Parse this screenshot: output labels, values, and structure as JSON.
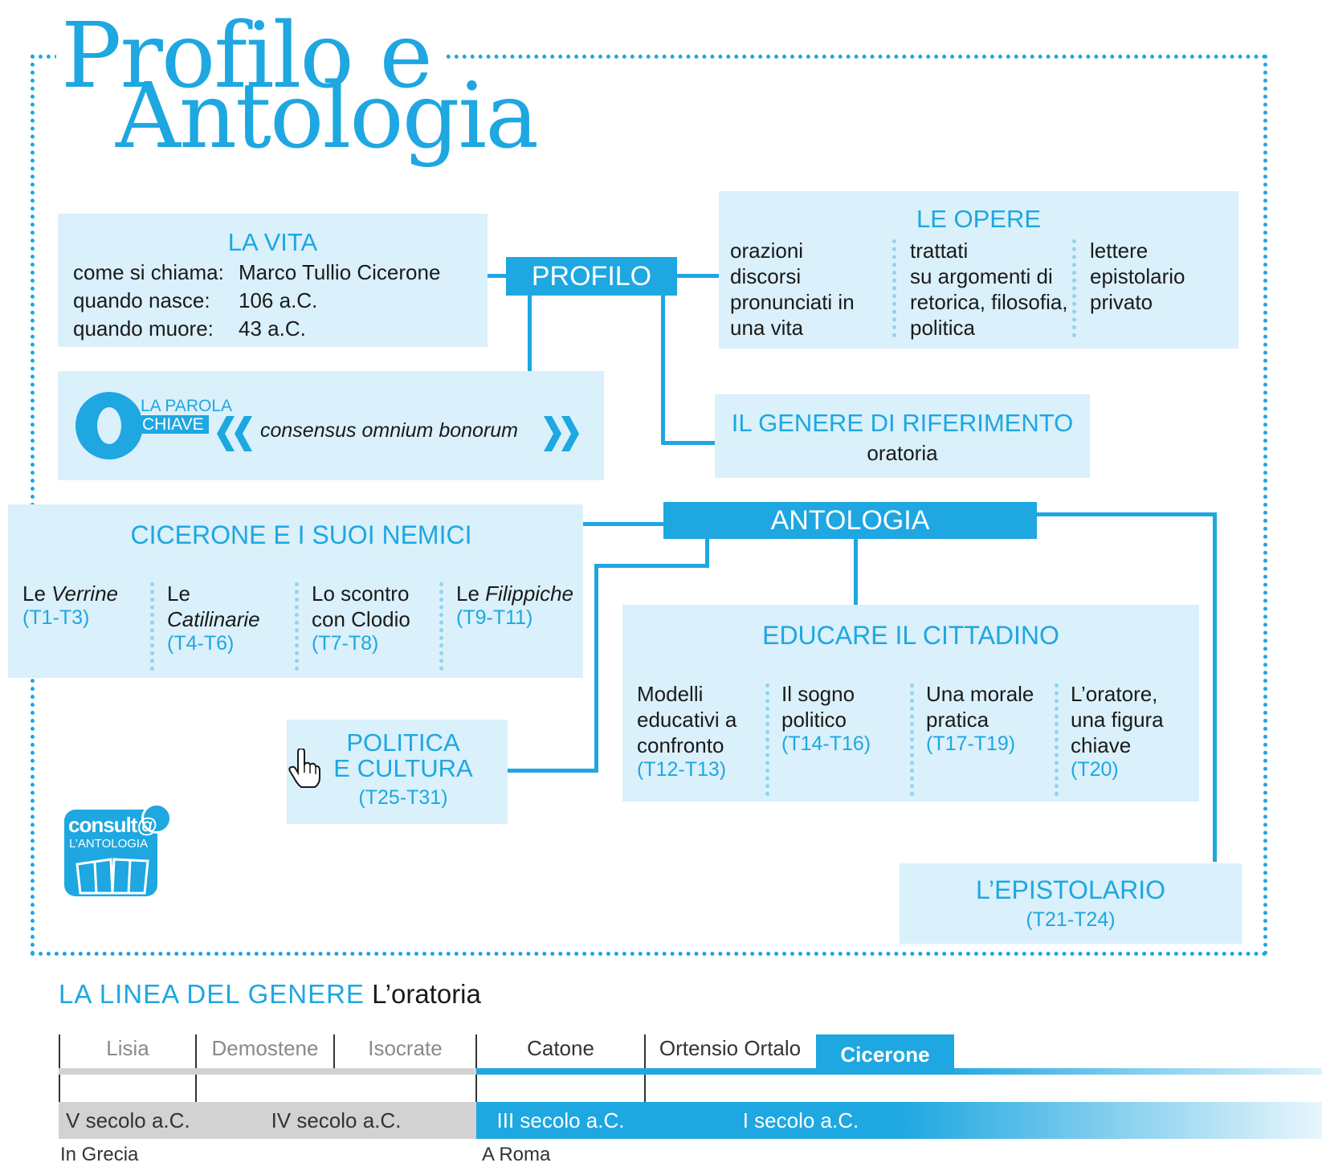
{
  "title": {
    "line1": "Profilo e",
    "line2": "Antologia"
  },
  "profilo_label": "PROFILO",
  "antologia_label": "ANTOLOGIA",
  "la_vita": {
    "heading": "LA VITA",
    "rows": [
      {
        "label": "come si chiama:",
        "value": "Marco Tullio Cicerone"
      },
      {
        "label": "quando nasce:",
        "value": "106 a.C."
      },
      {
        "label": "quando muore:",
        "value": "43 a.C."
      }
    ]
  },
  "le_opere": {
    "heading": "LE OPERE",
    "columns": [
      {
        "title": "orazioni",
        "desc": "discorsi pronunciati in una vita"
      },
      {
        "title": "trattati",
        "desc": "su argomenti di retorica, filosofia, politica"
      },
      {
        "title": "lettere",
        "desc": "epistolario privato"
      }
    ]
  },
  "parola_chiave": {
    "label_line1": "LA PAROLA",
    "label_line2": "CHIAVE",
    "text": "consensus omnium bonorum"
  },
  "genere": {
    "heading": "IL GENERE DI RIFERIMENTO",
    "value": "oratoria"
  },
  "nemici": {
    "heading": "CICERONE E I SUOI NEMICI",
    "items": [
      {
        "pre": "Le ",
        "em": "Verrine",
        "ref": "(T1-T3)"
      },
      {
        "pre": "Le ",
        "em": "Catilinarie",
        "ref": "(T4-T6)"
      },
      {
        "pre": "Lo scontro con Clodio",
        "em": "",
        "ref": "(T7-T8)"
      },
      {
        "pre": "Le ",
        "em": "Filippiche",
        "ref": "(T9-T11)"
      }
    ]
  },
  "educare": {
    "heading": "EDUCARE IL CITTADINO",
    "items": [
      {
        "text": "Modelli educativi a confronto",
        "ref": "(T12-T13)"
      },
      {
        "text": "Il sogno politico",
        "ref": "(T14-T16)"
      },
      {
        "text": "Una morale pratica",
        "ref": "(T17-T19)"
      },
      {
        "text": "L’oratore, una figura chiave",
        "ref": "(T20)"
      }
    ]
  },
  "politica": {
    "line1": "POLITICA",
    "line2": "E CULTURA",
    "ref": "(T25-T31)"
  },
  "epistolario": {
    "heading": "L’EPISTOLARIO",
    "ref": "(T21-T24)"
  },
  "consulta": {
    "line1": "consult@",
    "line2": "L’ANTOLOGIA"
  },
  "timeline": {
    "heading": "LA LINEA DEL GENERE",
    "subheading": "L’oratoria",
    "authors": [
      "Lisia",
      "Demostene",
      "Isocrate",
      "Catone",
      "Ortensio Ortalo",
      "Cicerone"
    ],
    "periods": [
      "V secolo a.C.",
      "IV secolo a.C.",
      "III secolo a.C.",
      "I secolo a.C."
    ],
    "places": [
      "In Grecia",
      "A Roma"
    ]
  },
  "colors": {
    "accent": "#1ea7e1",
    "box_fill": "#daf0fb",
    "grey_band": "#d2d2d2"
  },
  "icons": [
    "key-icon",
    "hand-pointer-icon",
    "open-book-icon",
    "chevron-left-icon",
    "chevron-right-icon"
  ]
}
